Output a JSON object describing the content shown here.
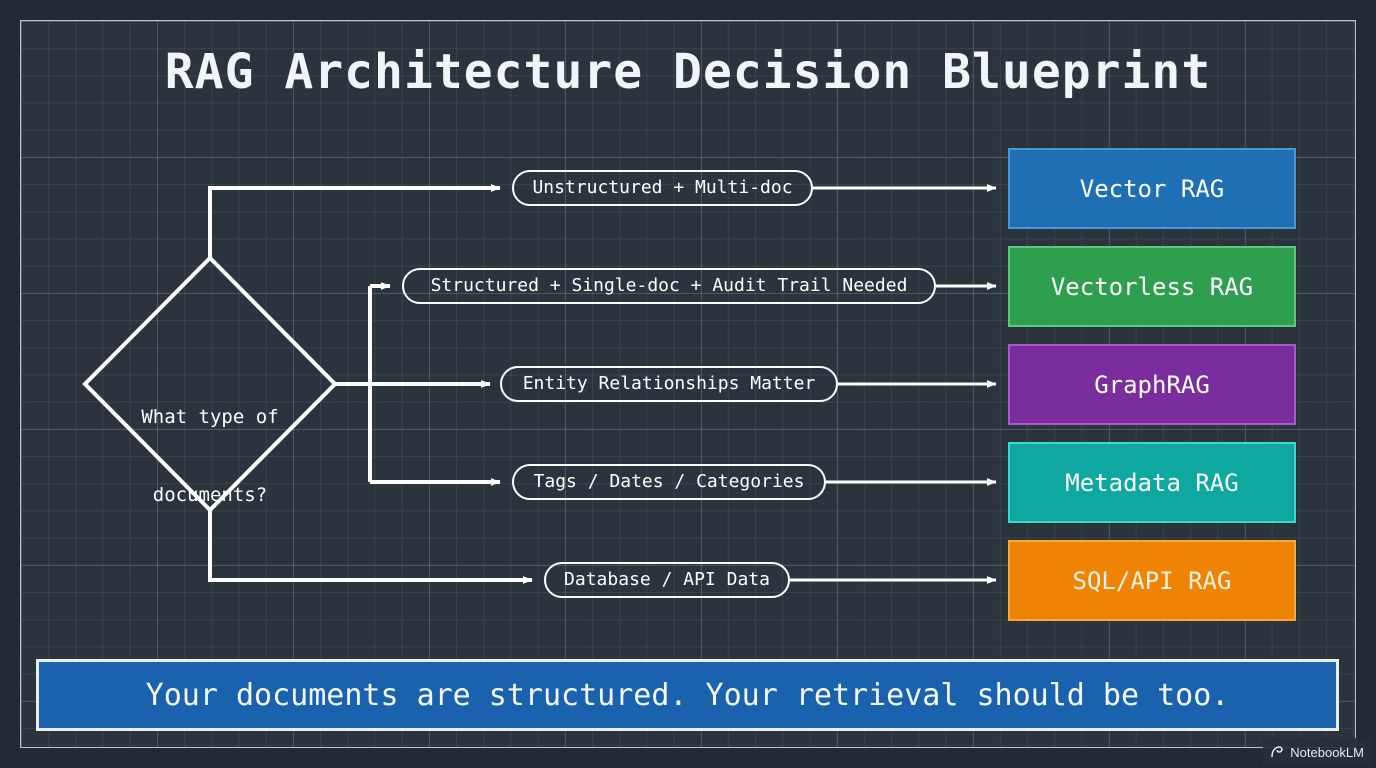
{
  "title": "RAG Architecture Decision Blueprint",
  "decision": {
    "line1": "What type of",
    "line2": "documents?",
    "name": "decision-diamond"
  },
  "branches": [
    {
      "condition": "Unstructured + Multi-doc",
      "result": "Vector RAG",
      "fill": "#1f6fb5",
      "border": "#4a96d6",
      "text": "#ffffff"
    },
    {
      "condition": "Structured + Single-doc + Audit Trail Needed",
      "result": "Vectorless RAG",
      "fill": "#2e9e4f",
      "border": "#5fc77d",
      "text": "#ffffff"
    },
    {
      "condition": "Entity Relationships Matter",
      "result": "GraphRAG",
      "fill": "#7b2d9e",
      "border": "#a95cc9",
      "text": "#ffffff"
    },
    {
      "condition": "Tags / Dates / Categories",
      "result": "Metadata RAG",
      "fill": "#0fa8a0",
      "border": "#3fd8cf",
      "text": "#ffffff"
    },
    {
      "condition": "Database / API Data",
      "result": "SQL/API RAG",
      "fill": "#ef8306",
      "border": "#f5a93f",
      "text": "#fdf3e3"
    }
  ],
  "banner": {
    "text": "Your documents are structured. Your retrieval should be too."
  },
  "watermark": {
    "label": "NotebookLM",
    "icon": "notebooklm-spiral-icon"
  },
  "colors": {
    "page_background": "#222a33",
    "panel_background": "#2b343d",
    "grid_line": "#96aabe",
    "stroke": "#ffffff",
    "panel_border": "#b9c4ce",
    "banner_fill": "#1b62ae",
    "banner_border": "#eaeff4"
  }
}
